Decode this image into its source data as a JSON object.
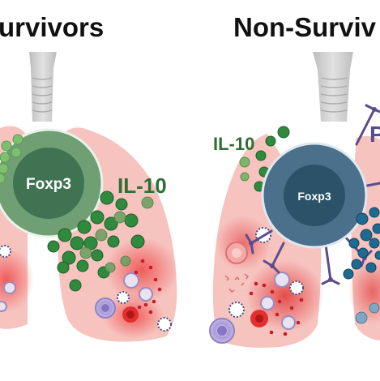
{
  "panels": {
    "left": {
      "title": "urvivors",
      "cell_label": "Foxp3",
      "cytokine_label": "IL-10"
    },
    "right": {
      "title": "Non-Surviv",
      "cell_label": "Foxp3",
      "cytokine_label": "IL-10",
      "cut_label": "P"
    }
  },
  "colors": {
    "treg_left": "#6f9f73",
    "treg_left_nucleus": "#3f7352",
    "treg_right": "#4a708c",
    "treg_right_nucleus": "#2c5269",
    "il10_green": "#2f7d3a",
    "cut_purple": "#5c4c8a",
    "lung_pink": "#f4bcb9",
    "inflammation_red": "#e64848",
    "trachea_gray": "#cfcfcf",
    "blue_dots": "#1f6a90"
  }
}
